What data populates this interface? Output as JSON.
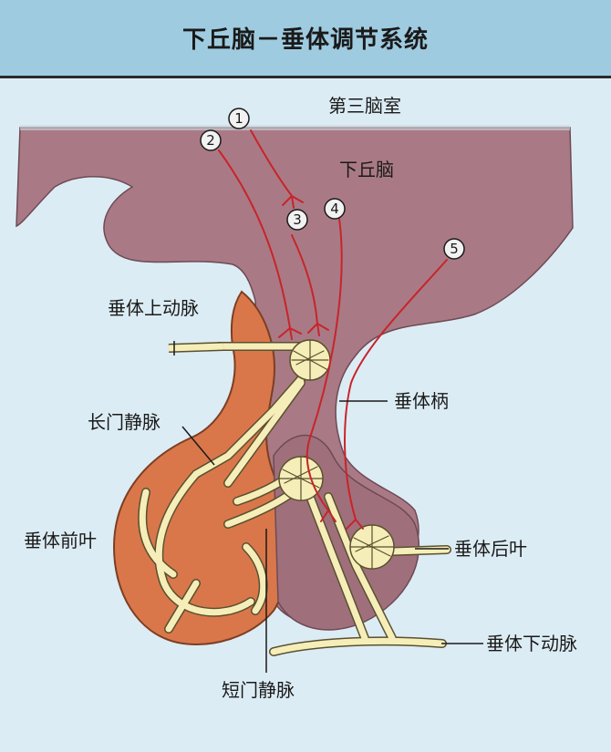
{
  "title": "下丘脑－垂体调节系统",
  "labels": {
    "third_ventricle": "第三脑室",
    "hypothalamus": "下丘脑",
    "superior_hypophyseal_artery": "垂体上动脉",
    "long_portal_vein": "长门静脉",
    "pituitary_stalk": "垂体柄",
    "anterior_pituitary": "垂体前叶",
    "posterior_pituitary": "垂体后叶",
    "inferior_hypophyseal_artery": "垂体下动脉",
    "short_portal_vein": "短门静脉"
  },
  "markers": [
    "1",
    "2",
    "3",
    "4",
    "5"
  ],
  "colors": {
    "brain": "#a97a85",
    "anterior_lobe": "#d9774b",
    "vessel": "#f6eeb8",
    "vessel_outline": "#5a5030",
    "nerve": "#c8242a",
    "title_bar": "#9fcbe0",
    "background": "#dcecf4"
  }
}
